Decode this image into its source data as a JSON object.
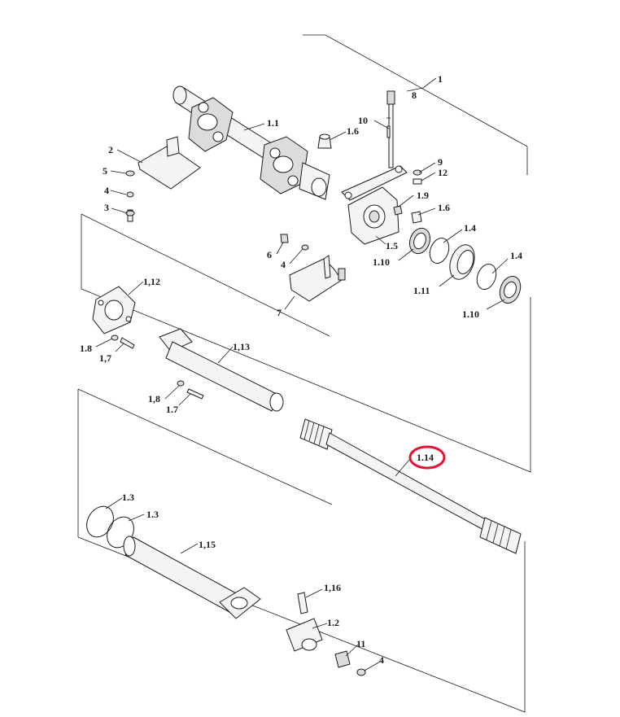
{
  "labels": {
    "l1": "1",
    "l1_1": "1.1",
    "l1_6a": "1.6",
    "l10": "10",
    "l8": "8",
    "l9": "9",
    "l12": "12",
    "l1_9": "1.9",
    "l1_6b": "1.6",
    "l1_4a": "1.4",
    "l1_5": "1.5",
    "l1_10a": "1.10",
    "l1_11": "1.11",
    "l1_4b": "1.4",
    "l1_10b": "1.10",
    "l2": "2",
    "l5": "5",
    "l4a": "4",
    "l3": "3",
    "l6": "6",
    "l4b": "4",
    "l7": "7",
    "l1_12": "1,12",
    "l1_8a": "1.8",
    "l1_7a": "1,7",
    "l1_13": "1,13",
    "l1_8b": "1,8",
    "l1_7b": "1.7",
    "l1_14": "1.14",
    "l1_3a": "1.3",
    "l1_3b": "1.3",
    "l1_15": "1,15",
    "l1_16": "1,16",
    "l1_2": "1.2",
    "l11": "11",
    "l4c": "4"
  },
  "highlight": {
    "label": "1.14",
    "color": "#e8112d"
  }
}
